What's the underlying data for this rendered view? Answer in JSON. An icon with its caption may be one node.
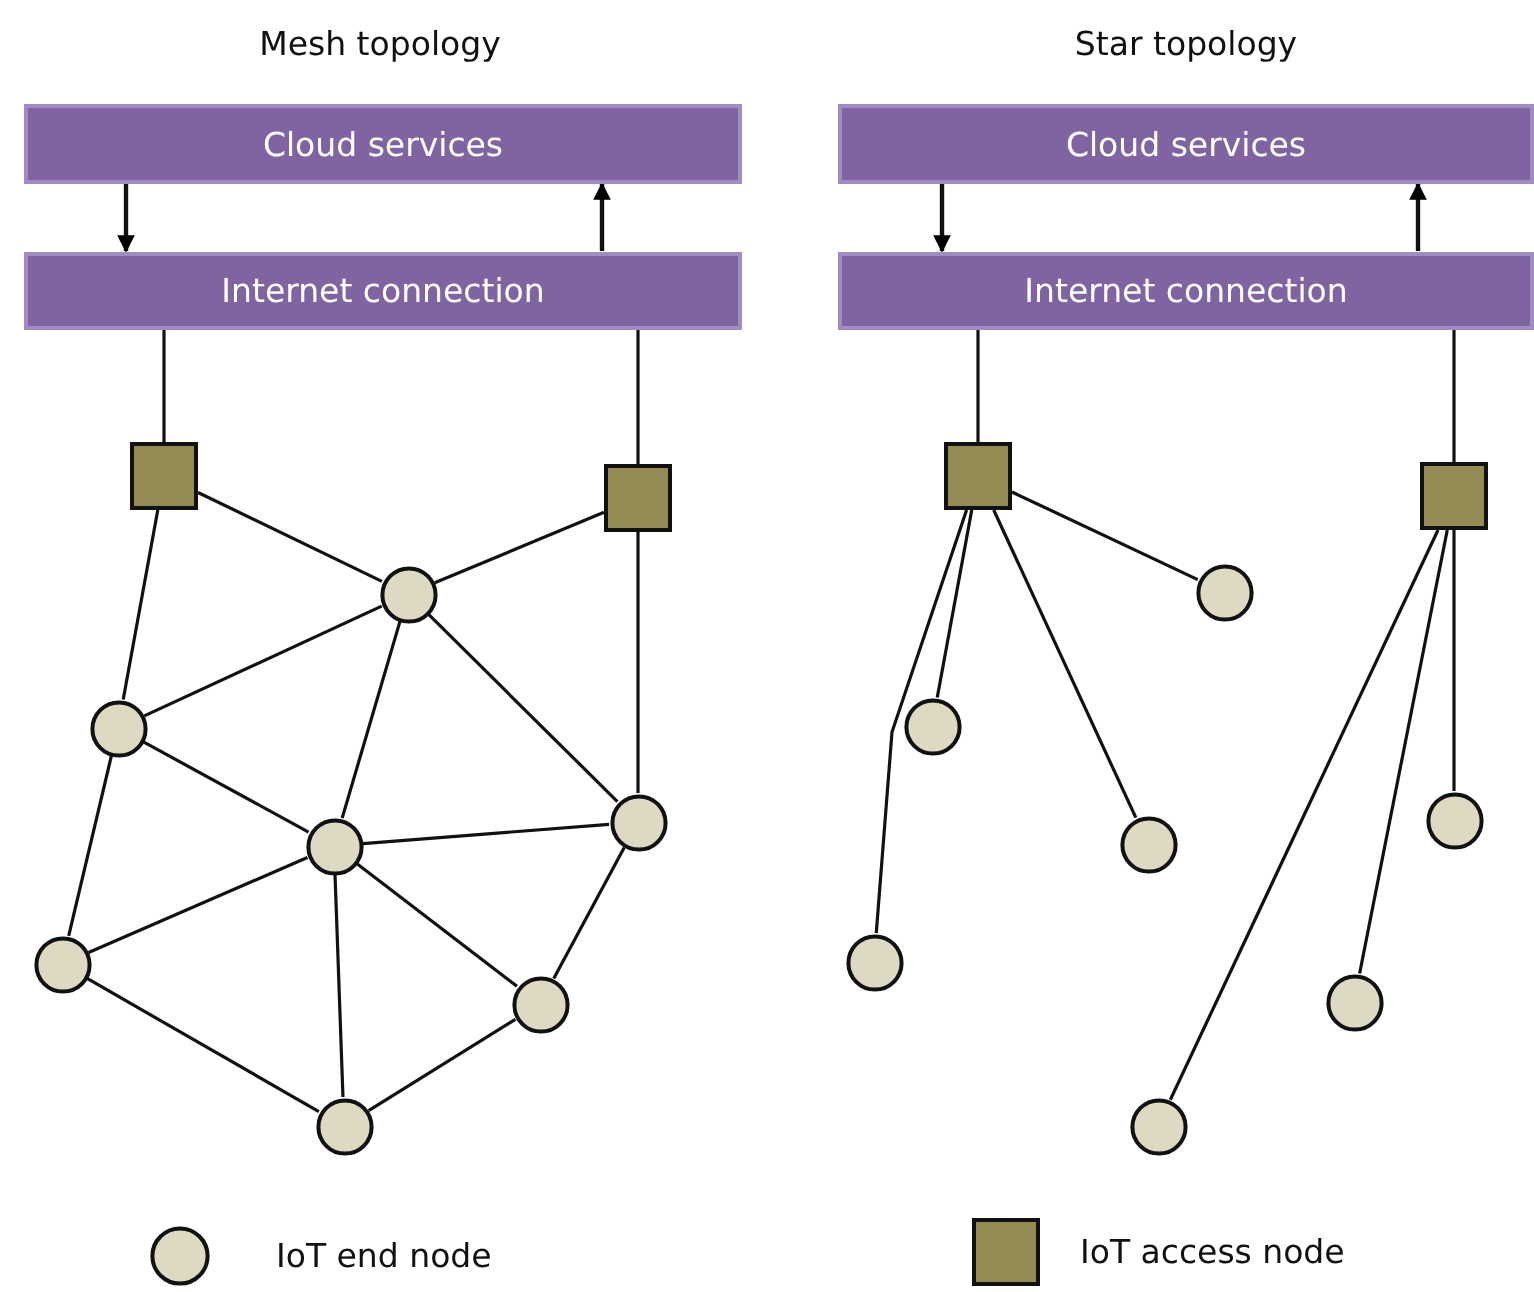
{
  "diagram": {
    "nodes": [
      {
        "text": [
          "Cloud services"
        ]
      },
      {
        "text": [
          "Internet connection"
        ]
      },
      {
        "text": [],
        "shape": "box"
      },
      {
        "text": [],
        "shape": "box"
      },
      {
        "text": [],
        "shape": "circle"
      },
      {
        "text": [],
        "shape": "circle"
      },
      {
        "text": [],
        "shape": "circle"
      },
      {
        "text": [],
        "shape": "circle"
      },
      {
        "text": [],
        "shape": "circle"
      },
      {
        "text": [],
        "shape": "circle"
      },
      {
        "text": [],
        "shape": "circle"
      },
      {
        "text": [
          "Cloud services"
        ]
      },
      {
        "text": [
          "Internet connection"
        ]
      },
      {
        "text": [],
        "shape": "box"
      },
      {
        "text": [],
        "shape": "box"
      },
      {
        "text": [],
        "shape": "circle"
      },
      {
        "text": [],
        "shape": "circle"
      },
      {
        "text": [],
        "shape": "circle"
      },
      {
        "text": [],
        "shape": "circle"
      },
      {
        "text": [],
        "shape": "circle"
      },
      {
        "text": [],
        "shape": "circle"
      },
      {
        "text": [],
        "shape": "circle"
      }
    ],
    "edges": [
      {
        "from": 0,
        "to": 1,
        "arrow": "to"
      },
      {
        "from": 1,
        "to": 0,
        "arrow": "to"
      },
      {
        "from": 1,
        "to": 2,
        "arrow": "none"
      },
      {
        "from": 1,
        "to": 3,
        "arrow": "none"
      },
      {
        "from": 2,
        "to": 4,
        "arrow": "none"
      },
      {
        "from": 2,
        "to": 5,
        "arrow": "none"
      },
      {
        "from": 3,
        "to": 4,
        "arrow": "none"
      },
      {
        "from": 3,
        "to": 7,
        "arrow": "none"
      },
      {
        "from": 4,
        "to": 5,
        "arrow": "none"
      },
      {
        "from": 4,
        "to": 6,
        "arrow": "none"
      },
      {
        "from": 4,
        "to": 7,
        "arrow": "none"
      },
      {
        "from": 5,
        "to": 6,
        "arrow": "none"
      },
      {
        "from": 5,
        "to": 8,
        "arrow": "none"
      },
      {
        "from": 6,
        "to": 7,
        "arrow": "none"
      },
      {
        "from": 6,
        "to": 8,
        "arrow": "none"
      },
      {
        "from": 6,
        "to": 9,
        "arrow": "none"
      },
      {
        "from": 6,
        "to": 10,
        "arrow": "none"
      },
      {
        "from": 7,
        "to": 9,
        "arrow": "none"
      },
      {
        "from": 8,
        "to": 10,
        "arrow": "none"
      },
      {
        "from": 9,
        "to": 10,
        "arrow": "none"
      },
      {
        "from": 11,
        "to": 12,
        "arrow": "to"
      },
      {
        "from": 12,
        "to": 11,
        "arrow": "to"
      },
      {
        "from": 12,
        "to": 13,
        "arrow": "none"
      },
      {
        "from": 12,
        "to": 14,
        "arrow": "none"
      },
      {
        "from": 13,
        "to": 15,
        "arrow": "none"
      },
      {
        "from": 13,
        "to": 16,
        "arrow": "none"
      },
      {
        "from": 13,
        "to": 17,
        "arrow": "none"
      },
      {
        "from": 13,
        "to": 18,
        "arrow": "none"
      },
      {
        "from": 14,
        "to": 19,
        "arrow": "none"
      },
      {
        "from": 14,
        "to": 20,
        "arrow": "none"
      },
      {
        "from": 14,
        "to": 21,
        "arrow": "none"
      }
    ],
    "labels": [
      "Mesh topology",
      "Star topology"
    ],
    "legend": [
      {
        "text": "IoT end node"
      },
      {
        "text": "IoT access node"
      }
    ]
  }
}
